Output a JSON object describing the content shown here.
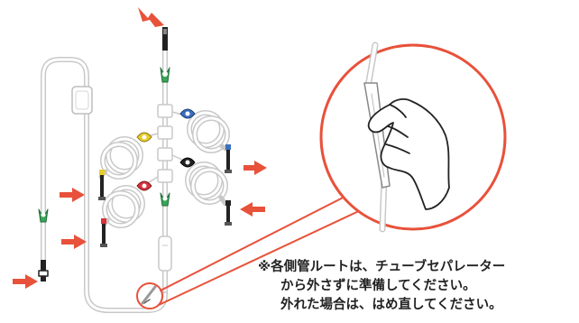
{
  "note": {
    "line1": "※各側管ルートは、チューブセパレーター",
    "line2": "から外さずに準備してください。",
    "line3": "外れた場合は、はめ直してください。"
  },
  "colors": {
    "arrow": "#e8513a",
    "tube": "#c8c8c8",
    "clamp_green": "#3aa55a",
    "clamp_yellow": "#e8cc2a",
    "clamp_blue": "#3b6fbf",
    "clamp_red": "#d8323a",
    "clamp_black": "#222222"
  },
  "icons": [
    "arrow-right-icon",
    "arrow-down-icon",
    "hand-icon",
    "clamp-icon",
    "connector-icon"
  ]
}
